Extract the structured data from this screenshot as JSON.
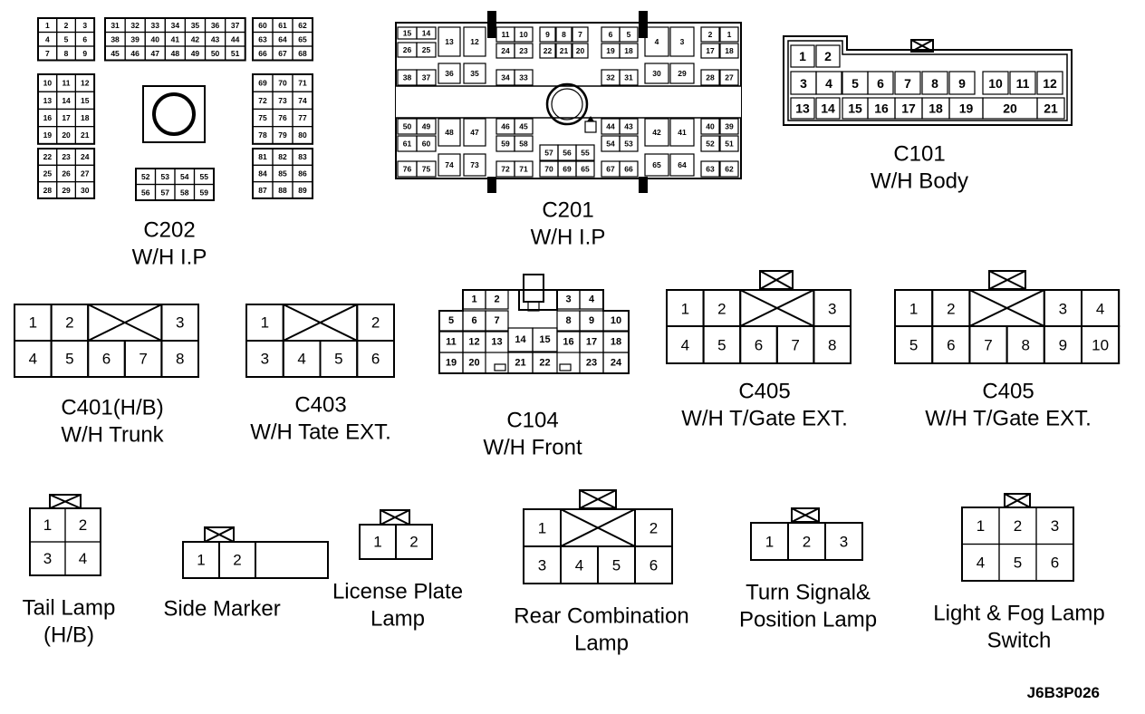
{
  "figure_code": "J6B3P026",
  "connectors": {
    "c202": {
      "name": "C202",
      "desc": "W/H I.P",
      "g1": [
        "1",
        "2",
        "3",
        "4",
        "5",
        "6",
        "7",
        "8",
        "9"
      ],
      "g2": [
        "31",
        "32",
        "33",
        "34",
        "35",
        "36",
        "37",
        "38",
        "39",
        "40",
        "41",
        "42",
        "43",
        "44",
        "45",
        "46",
        "47",
        "48",
        "49",
        "50",
        "51"
      ],
      "g3": [
        "60",
        "61",
        "62",
        "63",
        "64",
        "65",
        "66",
        "67",
        "68"
      ],
      "g4": [
        "10",
        "11",
        "12",
        "13",
        "14",
        "15",
        "16",
        "17",
        "18",
        "19",
        "20",
        "21"
      ],
      "g5": [
        "69",
        "70",
        "71",
        "72",
        "73",
        "74",
        "75",
        "76",
        "77",
        "78",
        "79",
        "80"
      ],
      "g6": [
        "22",
        "23",
        "24",
        "25",
        "26",
        "27",
        "28",
        "29",
        "30"
      ],
      "g7": [
        "81",
        "82",
        "83",
        "84",
        "85",
        "86",
        "87",
        "88",
        "89"
      ],
      "g8": [
        "52",
        "53",
        "54",
        "55",
        "56",
        "57",
        "58",
        "59"
      ]
    },
    "c201": {
      "name": "C201",
      "desc": "W/H I.P",
      "pins_top": [
        "15",
        "14",
        "26",
        "25",
        "13",
        "12",
        "11",
        "10",
        "24",
        "23",
        "9",
        "8",
        "7",
        "22",
        "21",
        "20",
        "6",
        "5",
        "19",
        "18",
        "4",
        "3",
        "2",
        "1",
        "17",
        "18",
        "38",
        "37",
        "36",
        "35",
        "34",
        "33",
        "32",
        "31",
        "30",
        "29",
        "28",
        "27"
      ],
      "pins_bottom": [
        "50",
        "49",
        "61",
        "60",
        "48",
        "47",
        "46",
        "45",
        "59",
        "58",
        "57",
        "56",
        "55",
        "44",
        "43",
        "54",
        "53",
        "42",
        "41",
        "40",
        "39",
        "52",
        "51",
        "76",
        "75",
        "74",
        "73",
        "72",
        "71",
        "70",
        "69",
        "65",
        "67",
        "66",
        "65",
        "64",
        "63",
        "62"
      ]
    },
    "c101": {
      "name": "C101",
      "desc": "W/H Body",
      "pins": [
        "1",
        "2",
        "3",
        "4",
        "5",
        "6",
        "7",
        "8",
        "9",
        "10",
        "11",
        "12",
        "13",
        "14",
        "15",
        "16",
        "17",
        "18",
        "19",
        "20",
        "21"
      ]
    },
    "c401": {
      "name": "C401(H/B)",
      "desc": "W/H Trunk",
      "pins": [
        "1",
        "2",
        "3",
        "4",
        "5",
        "6",
        "7",
        "8"
      ]
    },
    "c403": {
      "name": "C403",
      "desc": "W/H Tate EXT.",
      "pins": [
        "1",
        "2",
        "3",
        "4",
        "5",
        "6"
      ]
    },
    "c104": {
      "name": "C104",
      "desc": "W/H Front",
      "pins": [
        "1",
        "2",
        "3",
        "4",
        "5",
        "6",
        "7",
        "8",
        "9",
        "10",
        "11",
        "12",
        "13",
        "14",
        "15",
        "16",
        "17",
        "18",
        "19",
        "20",
        "21",
        "22",
        "23",
        "24"
      ]
    },
    "c405a": {
      "name": "C405",
      "desc": "W/H T/Gate EXT.",
      "pins": [
        "1",
        "2",
        "3",
        "4",
        "5",
        "6",
        "7",
        "8"
      ]
    },
    "c405b": {
      "name": "C405",
      "desc": "W/H T/Gate EXT.",
      "pins": [
        "1",
        "2",
        "3",
        "4",
        "5",
        "6",
        "7",
        "8",
        "9",
        "10"
      ]
    },
    "tail": {
      "name_l1": "Tail Lamp",
      "name_l2": "(H/B)",
      "pins": [
        "1",
        "2",
        "3",
        "4"
      ]
    },
    "side": {
      "name": "Side Marker",
      "pins": [
        "1",
        "2"
      ]
    },
    "license": {
      "name_l1": "License Plate",
      "name_l2": "Lamp",
      "pins": [
        "1",
        "2"
      ]
    },
    "rearcomb": {
      "name_l1": "Rear Combination",
      "name_l2": "Lamp",
      "pins": [
        "1",
        "2",
        "3",
        "4",
        "5",
        "6"
      ]
    },
    "turn": {
      "name_l1": "Turn Signal&",
      "name_l2": "Position Lamp",
      "pins": [
        "1",
        "2",
        "3"
      ]
    },
    "light": {
      "name_l1": "Light & Fog Lamp",
      "name_l2": "Switch",
      "pins": [
        "1",
        "2",
        "3",
        "4",
        "5",
        "6"
      ]
    }
  }
}
